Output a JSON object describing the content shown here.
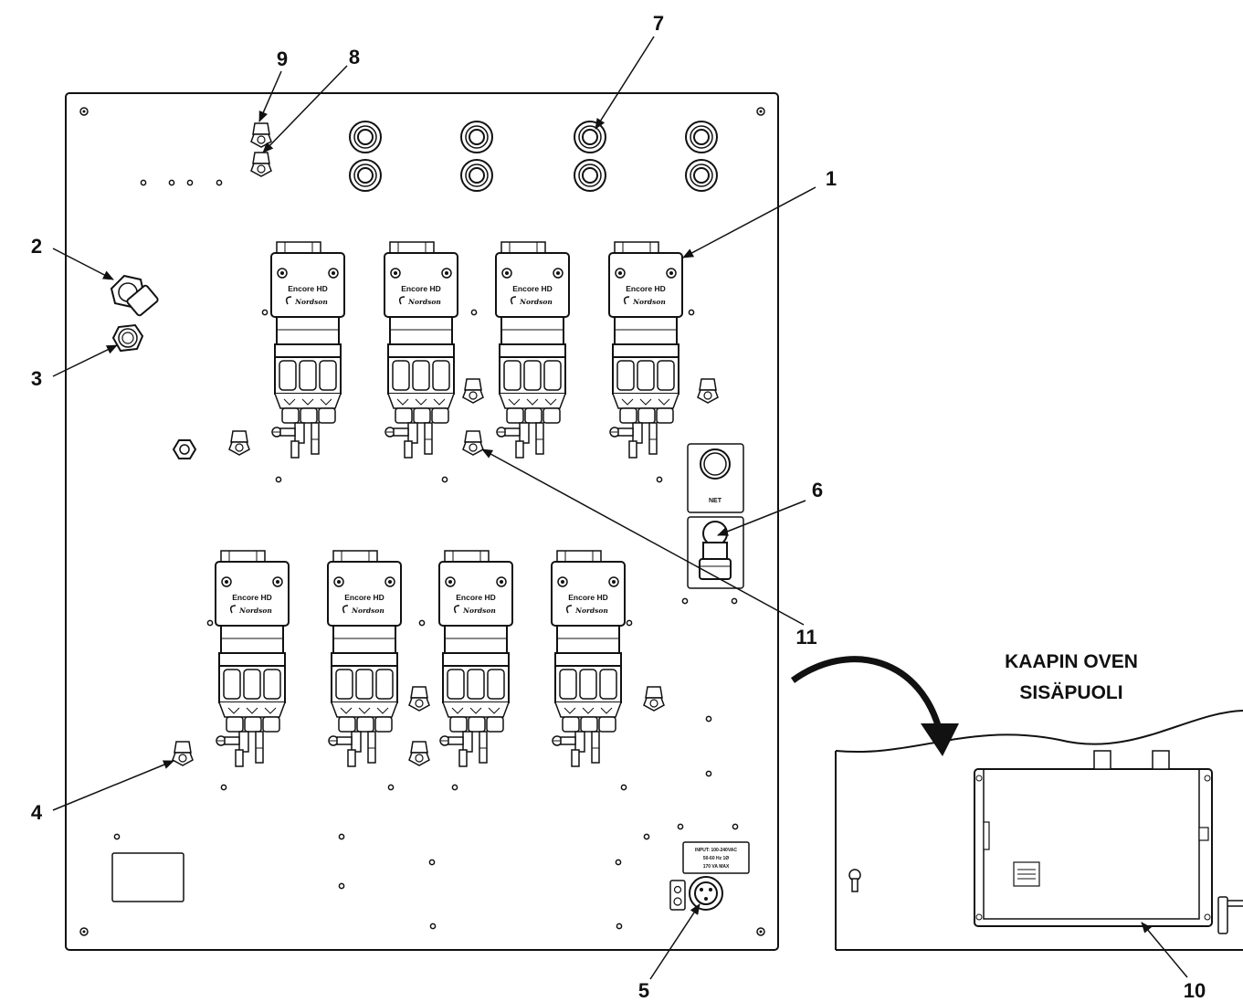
{
  "callouts": [
    "1",
    "2",
    "3",
    "4",
    "5",
    "6",
    "7",
    "8",
    "9",
    "10",
    "11"
  ],
  "pump": {
    "brand": "Encore  HD",
    "logo": "Nordson"
  },
  "net_label": "NET",
  "power_label": [
    "INPUT: 100-240VAC",
    "50-60 Hz  1Ø",
    "170 VA MAX"
  ],
  "door_caption": [
    "KAAPIN OVEN",
    "SISÄPUOLI"
  ]
}
